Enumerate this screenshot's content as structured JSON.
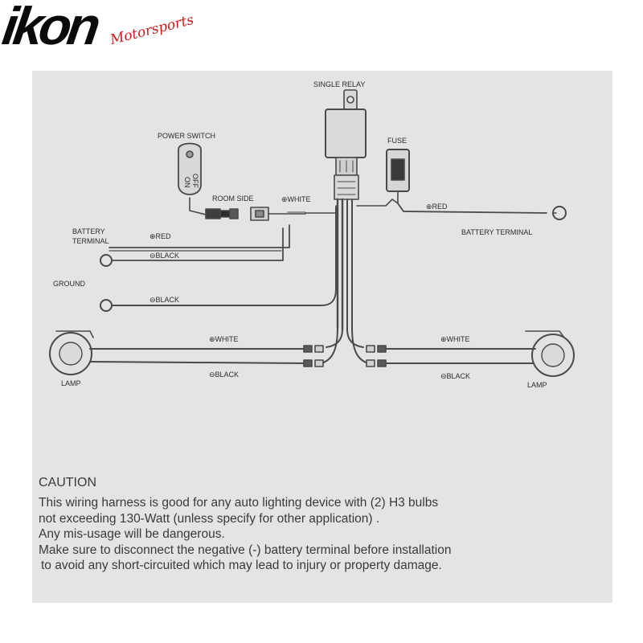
{
  "logo": {
    "brand": "ikon",
    "sub": "Motorsports"
  },
  "labels": {
    "single_relay": "SINGLE RELAY",
    "power_switch": "POWER SWITCH",
    "switch_on": "ON",
    "switch_off": "OFF",
    "room_side": "ROOM SIDE",
    "fuse": "FUSE",
    "white_relay": "⊕WHITE",
    "red_right": "⊕RED",
    "battery_terminal_right": "BATTERY TERMINAL",
    "battery_terminal_left_1": "BATTERY",
    "battery_terminal_left_2": "TERMINAL",
    "red_left": "⊕RED",
    "black_upper": "⊖BLACK",
    "ground": "GROUND",
    "black_ground": "⊖BLACK",
    "white_left": "⊕WHITE",
    "black_left": "⊖BLACK",
    "white_right": "⊕WHITE",
    "black_right": "⊖BLACK",
    "lamp_left": "LAMP",
    "lamp_right": "LAMP"
  },
  "caution": {
    "title": "CAUTION",
    "lines": [
      "This wiring harness is good for any auto lighting device with (2) H3 bulbs",
      "not exceeding 130-Watt (unless specify for other application) .",
      "Any mis-usage will be dangerous.",
      "Make sure to disconnect the negative (-) battery terminal before installation",
      " to avoid any short-circuited which may lead to injury or property damage."
    ]
  },
  "colors": {
    "sheet": "#e4e4e2",
    "wire": "#4a4a4a",
    "logo_red": "#d01a1a"
  }
}
